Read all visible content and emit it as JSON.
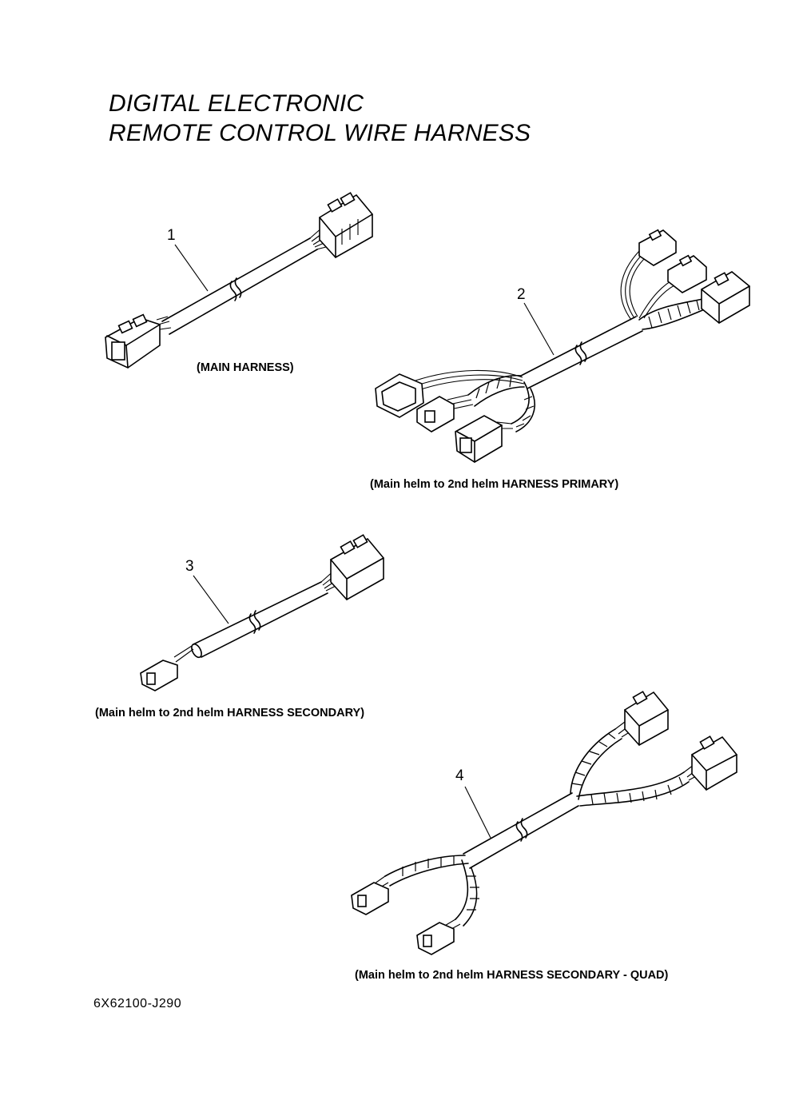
{
  "title": {
    "line1": "DIGITAL ELECTRONIC",
    "line2": "REMOTE CONTROL WIRE HARNESS"
  },
  "parts": [
    {
      "callout": "1",
      "caption": "(MAIN HARNESS)"
    },
    {
      "callout": "2",
      "caption": "(Main helm to 2nd helm HARNESS PRIMARY)"
    },
    {
      "callout": "3",
      "caption": "(Main helm to 2nd helm HARNESS SECONDARY)"
    },
    {
      "callout": "4",
      "caption": "(Main helm to 2nd helm HARNESS SECONDARY - QUAD)"
    }
  ],
  "part_number": "6X62100-J290"
}
